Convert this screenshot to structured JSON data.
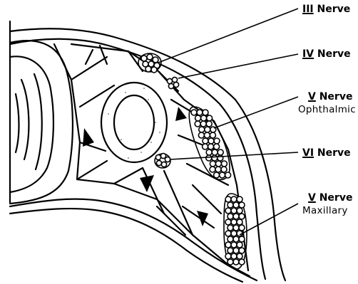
{
  "labels": [
    {
      "id": "n3",
      "numeral": "III",
      "word": "Nerve",
      "sub": ""
    },
    {
      "id": "n4",
      "numeral": "IV",
      "word": "Nerve",
      "sub": ""
    },
    {
      "id": "n5o",
      "numeral": "V",
      "word": "Nerve",
      "sub": "Ophthalmic"
    },
    {
      "id": "n6",
      "numeral": "VI",
      "word": "Nerve",
      "sub": ""
    },
    {
      "id": "n5m",
      "numeral": "V",
      "word": "Nerve",
      "sub": "Maxillary"
    }
  ],
  "colors": {
    "ink": "#000000",
    "paper": "#ffffff"
  }
}
